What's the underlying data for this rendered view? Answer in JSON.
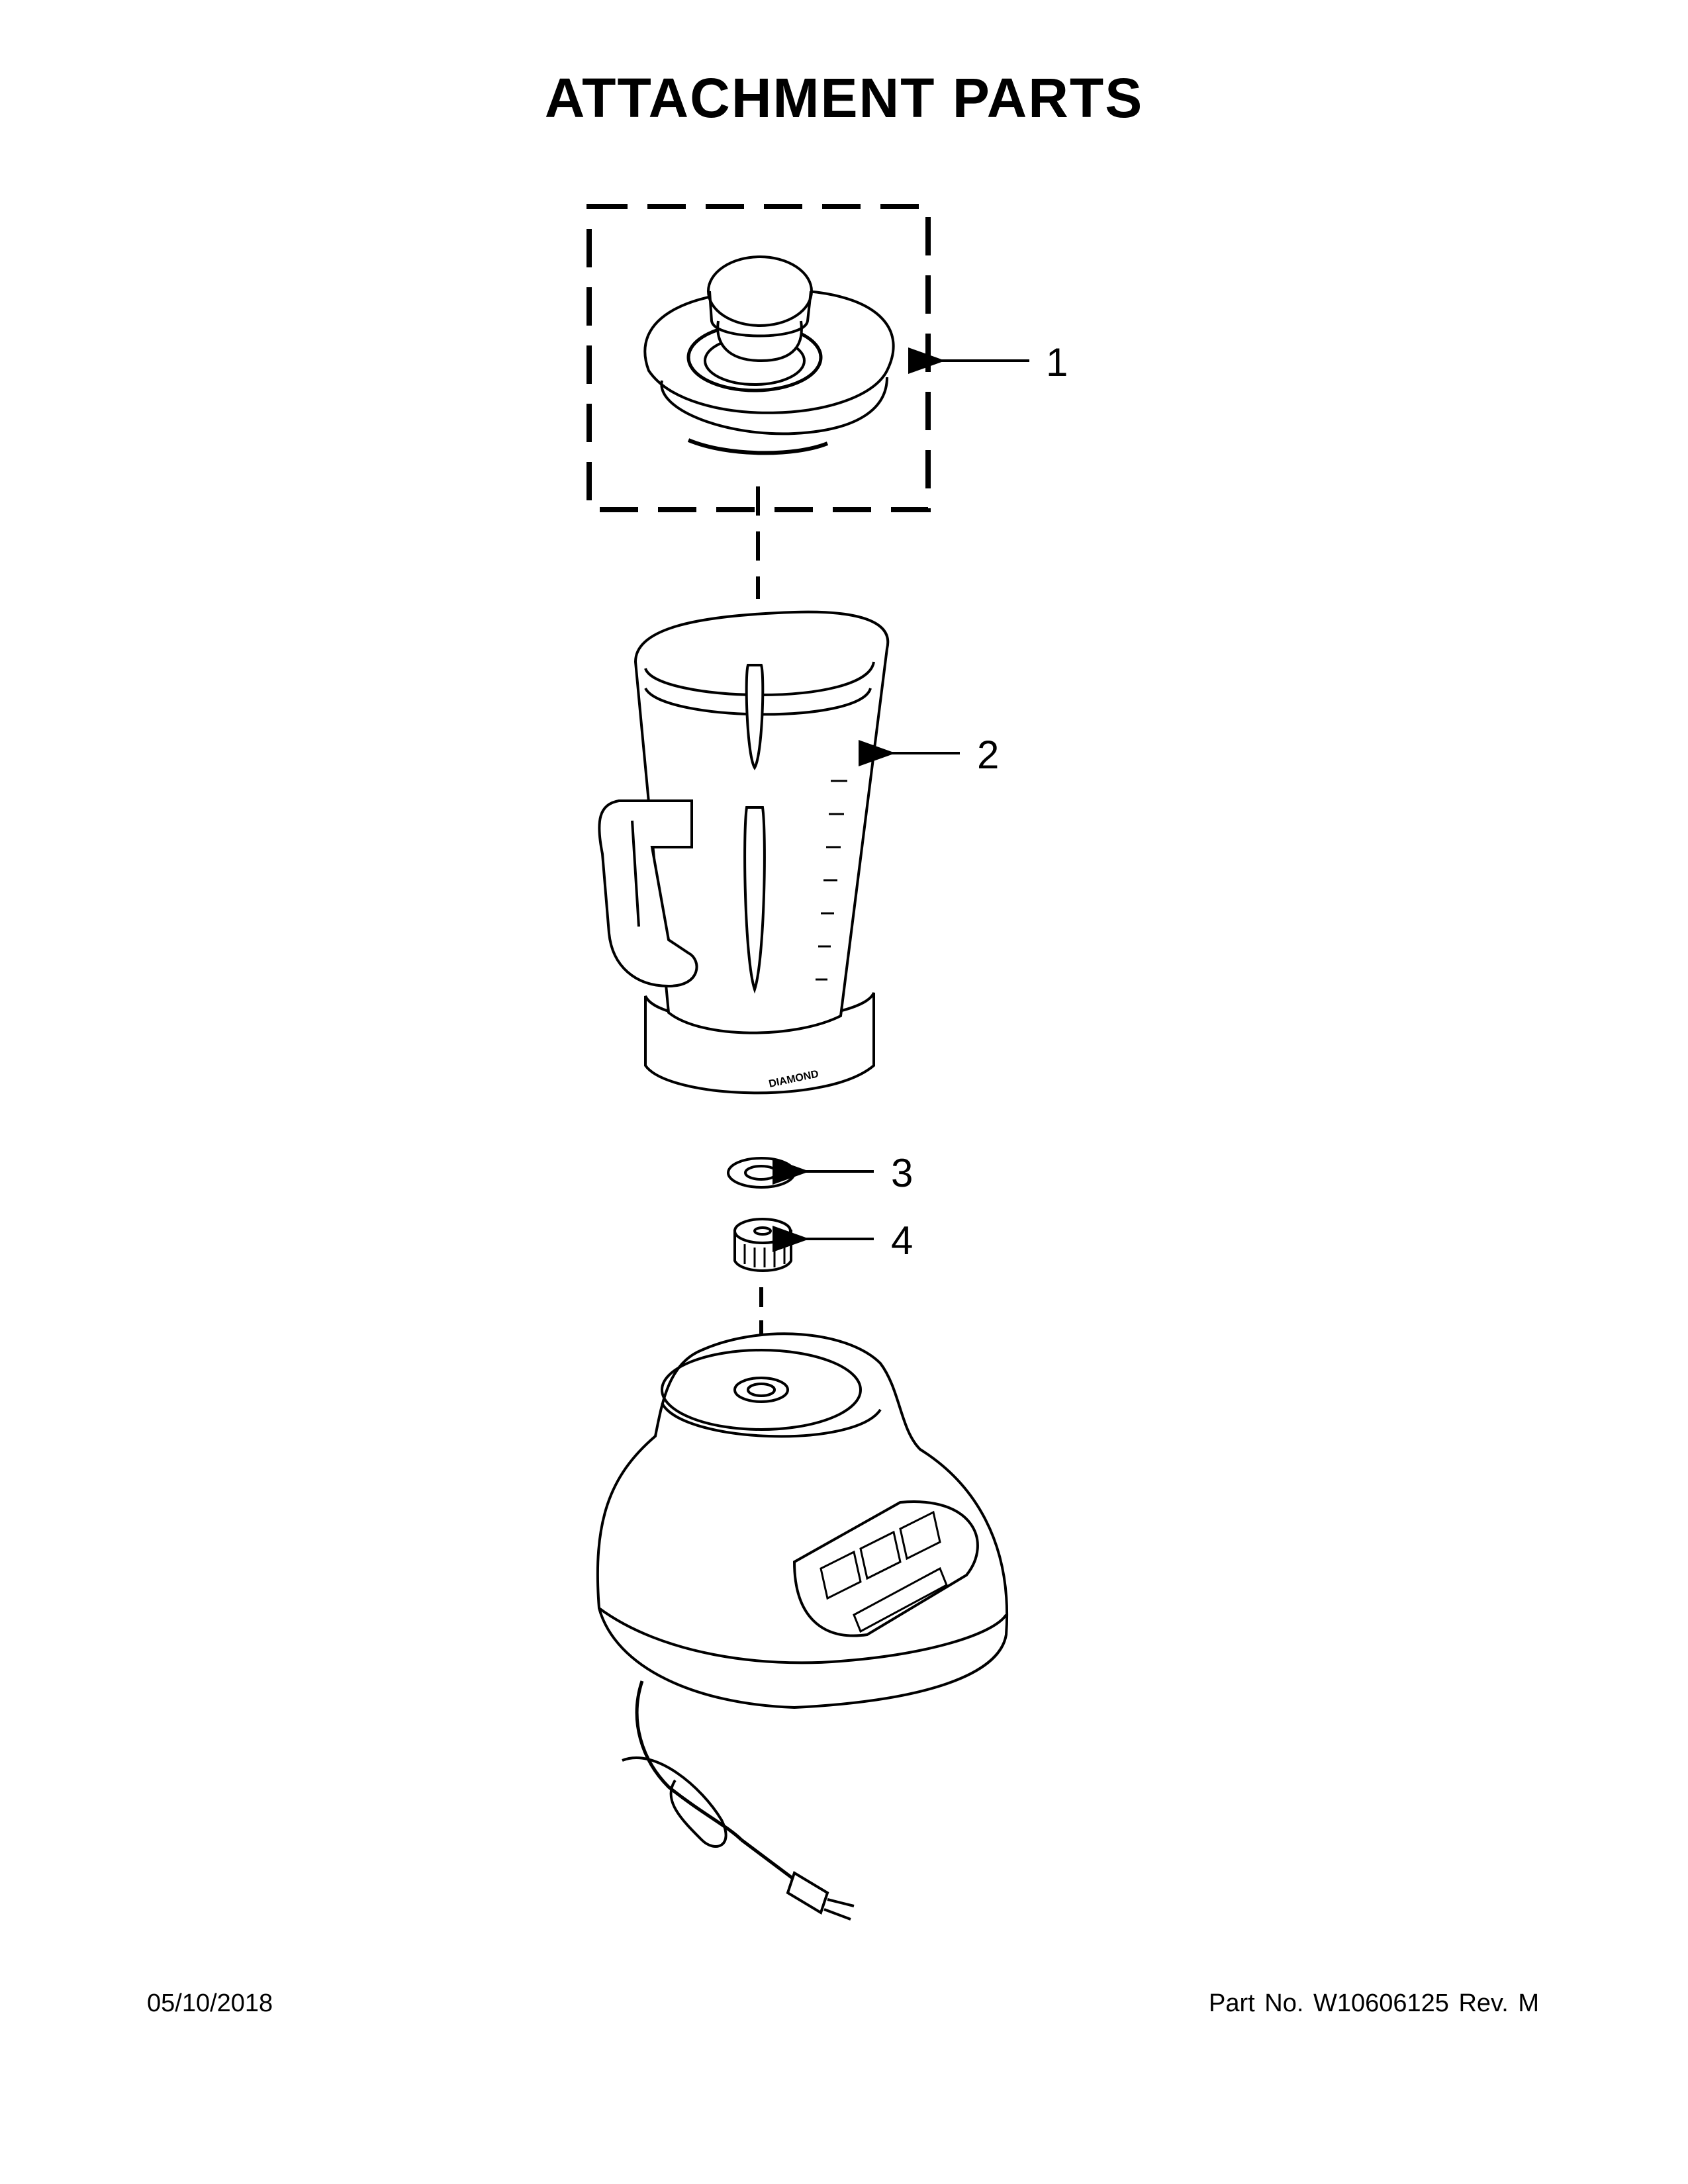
{
  "title": "ATTACHMENT PARTS",
  "callouts": [
    {
      "number": "1",
      "part": "lid"
    },
    {
      "number": "2",
      "part": "pitcher"
    },
    {
      "number": "3",
      "part": "seal"
    },
    {
      "number": "4",
      "part": "coupler"
    }
  ],
  "pitcher_imprint": "DIAMOND",
  "footer": {
    "date": "05/10/2018",
    "part_number": "Part No.  W10606125  Rev.  M"
  }
}
